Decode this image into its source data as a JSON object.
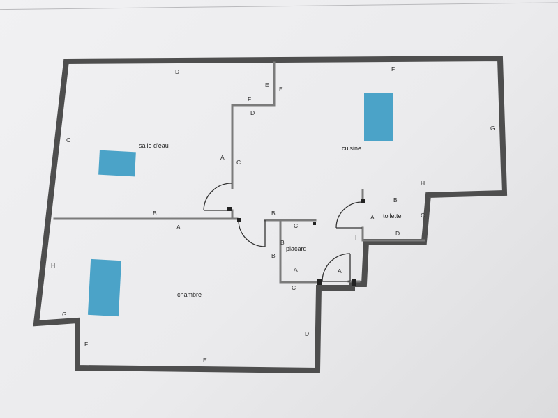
{
  "rooms": {
    "salle_deau": "salle d'eau",
    "cuisine": "cuisine",
    "chambre": "chambre",
    "placard": "placard",
    "toilette": "toilette"
  },
  "wall_labels": {
    "salle_top": "D",
    "salle_left": "C",
    "salle_bottom": "B",
    "salle_right_upper_e": "E",
    "salle_right_upper_f": "F",
    "salle_right_a": "A",
    "cuisine_d": "D",
    "cuisine_c": "C",
    "cuisine_e": "E",
    "cuisine_top": "F",
    "cuisine_right": "G",
    "cuisine_h": "H",
    "cuisine_b": "B",
    "chambre_top": "A",
    "chambre_left": "H",
    "chambre_g": "G",
    "chambre_f": "F",
    "chambre_bottom": "E",
    "chambre_right": "D",
    "chambre_b": "B",
    "placard_c_top": "C",
    "placard_b": "B",
    "placard_a": "A",
    "placard_c_bottom": "C",
    "hall_a": "A",
    "hall_i": "I",
    "toilette_b": "B",
    "toilette_a": "A",
    "toilette_c": "C",
    "toilette_d": "D"
  },
  "colors": {
    "wall_outer": "#4e4e4e",
    "wall_inner": "#7b7b7b",
    "window": "#3d9cc4",
    "paper": "#eeeef0"
  },
  "windows": [
    {
      "room": "salle d'eau"
    },
    {
      "room": "cuisine"
    },
    {
      "room": "chambre"
    }
  ]
}
